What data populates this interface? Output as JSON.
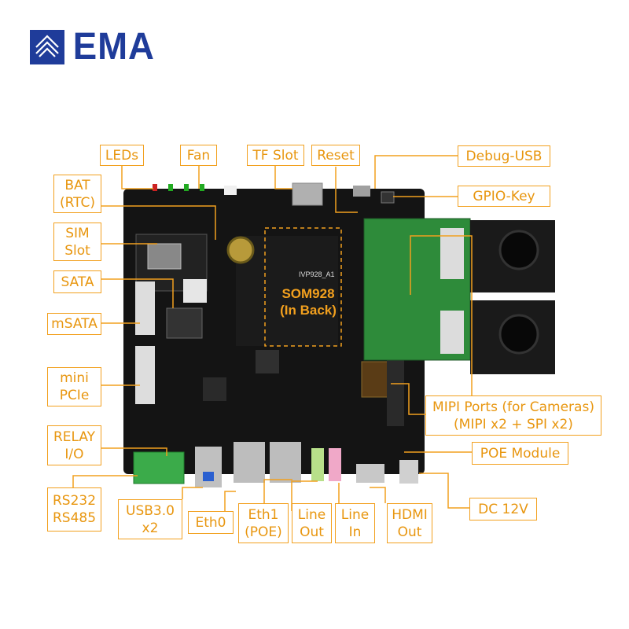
{
  "brand": {
    "name": "EMA",
    "color": "#1f3c9a"
  },
  "colors": {
    "label_border": "#f2a01e",
    "label_text": "#e8960f",
    "board": "#141414",
    "pcb_green": "#2e8b3a",
    "terminal": "#3bab4a"
  },
  "board": {
    "som_label": "SOM928",
    "som_sub": "(In Back)",
    "silk_model": "IVP928_A1"
  },
  "labels": {
    "leds": "LEDs",
    "fan": "Fan",
    "tf_slot": "TF Slot",
    "reset": "Reset",
    "debug_usb": "Debug-USB",
    "gpio_key": "GPIO-Key",
    "bat_rtc": "BAT\n(RTC)",
    "sim_slot": "SIM\nSlot",
    "sata": "SATA",
    "msata": "mSATA",
    "mini_pcie": "mini\nPCIe",
    "relay_io": "RELAY\nI/O",
    "rs232_rs485": "RS232\nRS485",
    "usb30": "USB3.0\nx2",
    "eth0": "Eth0",
    "eth1": "Eth1\n(POE)",
    "line_out": "Line\nOut",
    "line_in": "Line\nIn",
    "hdmi_out": "HDMI\nOut",
    "dc12v": "DC 12V",
    "mipi_ports": "MIPI Ports (for Cameras)\n(MIPI x2 + SPI x2)",
    "poe_module": "POE Module"
  }
}
